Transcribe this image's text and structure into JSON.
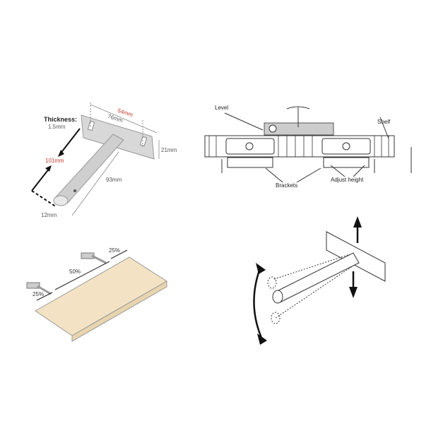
{
  "panels": {
    "dimensions": {
      "thickness_label": "Thickness:",
      "thickness_value": "1.5mm",
      "length_total": "101mm",
      "plate_inner": "54mm",
      "plate_outer": "76mm",
      "plate_height": "21mm",
      "rod_length": "93mm",
      "rod_diameter": "12mm",
      "accent_color": "#c0392b"
    },
    "leveling": {
      "level_label": "Level",
      "shelf_label": "Shelf",
      "brackets_label": "Brackets",
      "adjust_label": "Adjust height"
    },
    "placement": {
      "left_pct": "25%",
      "middle_pct": "50%",
      "right_pct": "25%",
      "shelf_color": "#f3e3c4"
    },
    "adjustment": {
      "icon": "rotate-arrow-icon"
    }
  }
}
